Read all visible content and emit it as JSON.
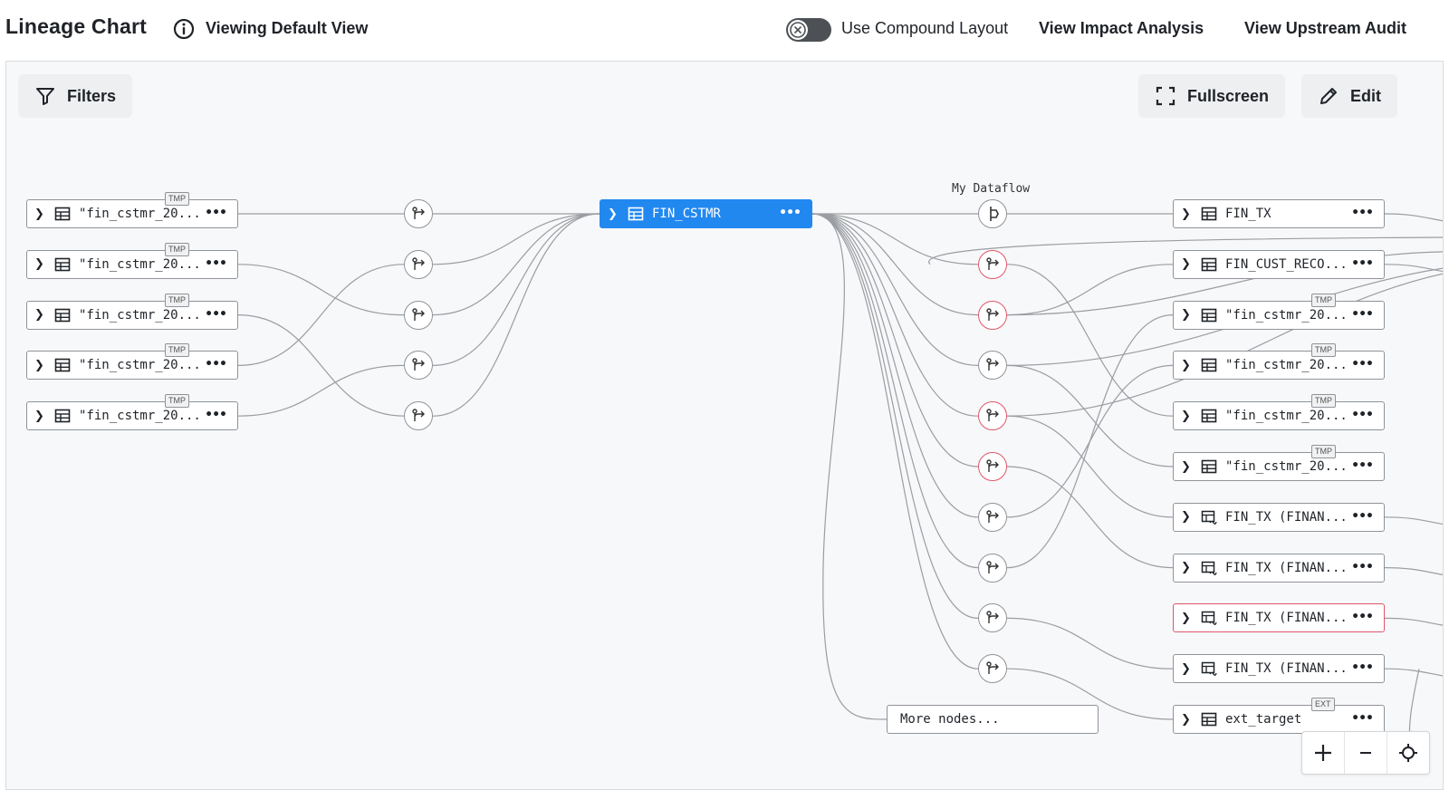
{
  "header": {
    "title": "Lineage Chart",
    "view_label": "Viewing Default View",
    "compound_layout_label": "Use Compound Layout",
    "compound_layout_on": false,
    "impact_label": "View Impact Analysis",
    "upstream_label": "View Upstream Audit"
  },
  "toolbar": {
    "filters_label": "Filters",
    "fullscreen_label": "Fullscreen",
    "edit_label": "Edit"
  },
  "graph": {
    "left_nodes": [
      {
        "label": "\"fin_cstmr_20...",
        "tag": "TMP"
      },
      {
        "label": "\"fin_cstmr_20...",
        "tag": "TMP"
      },
      {
        "label": "\"fin_cstmr_20...",
        "tag": "TMP"
      },
      {
        "label": "\"fin_cstmr_20...",
        "tag": "TMP"
      },
      {
        "label": "\"fin_cstmr_20...",
        "tag": "TMP"
      }
    ],
    "focus_node": {
      "label": "FIN_CSTMR"
    },
    "dataflow_label": "My Dataflow",
    "right_nodes": [
      {
        "label": "FIN_TX",
        "tag": "",
        "icon": "table-icon",
        "highlight": false
      },
      {
        "label": "FIN_CUST_RECO...",
        "tag": "",
        "icon": "table-icon",
        "highlight": false
      },
      {
        "label": "\"fin_cstmr_20...",
        "tag": "TMP",
        "icon": "table-icon",
        "highlight": false
      },
      {
        "label": "\"fin_cstmr_20...",
        "tag": "TMP",
        "icon": "table-icon",
        "highlight": false
      },
      {
        "label": "\"fin_cstmr_20...",
        "tag": "TMP",
        "icon": "table-icon",
        "highlight": false
      },
      {
        "label": "\"fin_cstmr_20...",
        "tag": "TMP",
        "icon": "table-icon",
        "highlight": false
      },
      {
        "label": "FIN_TX (FINAN...",
        "tag": "",
        "icon": "view-icon",
        "highlight": false
      },
      {
        "label": "FIN_TX (FINAN...",
        "tag": "",
        "icon": "view-icon",
        "highlight": false
      },
      {
        "label": "FIN_TX (FINAN...",
        "tag": "",
        "icon": "view-icon",
        "highlight": true
      },
      {
        "label": "FIN_TX (FINAN...",
        "tag": "",
        "icon": "view-icon",
        "highlight": false
      },
      {
        "label": "ext_target",
        "tag": "EXT",
        "icon": "table-icon",
        "highlight": false
      }
    ],
    "more_nodes_label": "More nodes...",
    "right_ops_red": [
      false,
      true,
      true,
      false,
      true,
      true,
      false,
      false,
      false,
      false
    ]
  }
}
